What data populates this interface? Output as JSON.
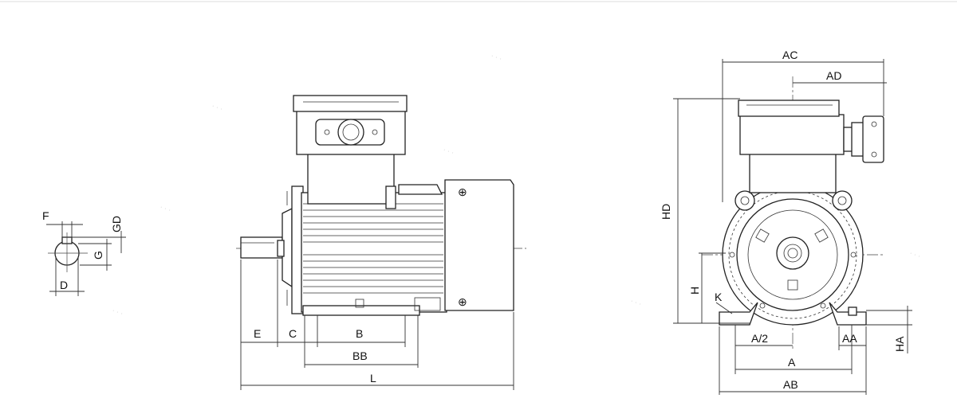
{
  "diagram": {
    "top_strip_values": [
      "",
      "",
      "",
      "",
      "",
      "",
      "",
      ""
    ],
    "shaft_detail": {
      "labels": {
        "F": "F",
        "GD": "GD",
        "G": "G",
        "D": "D"
      }
    },
    "side_view": {
      "labels": {
        "E": "E",
        "C": "C",
        "B": "B",
        "BB": "BB",
        "L": "L"
      }
    },
    "end_view": {
      "labels": {
        "AC": "AC",
        "AD": "AD",
        "HD": "HD",
        "H": "H",
        "K": "K",
        "A_half": "A/2",
        "AA": "AA",
        "HA": "HA",
        "A": "A",
        "AB": "AB"
      }
    }
  }
}
